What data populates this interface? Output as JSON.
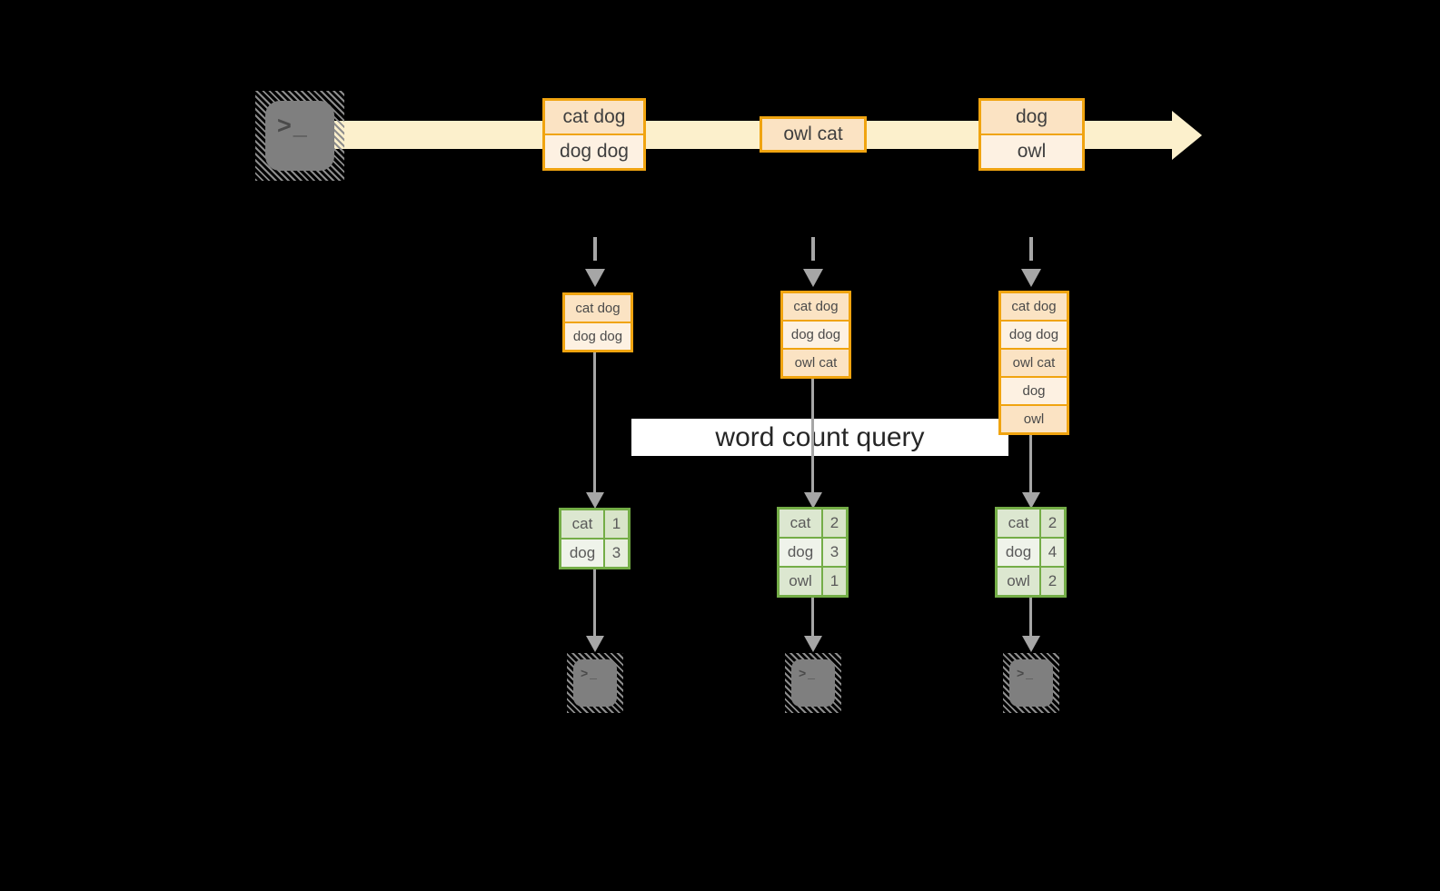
{
  "colors": {
    "background": "#000000",
    "stream_yellow": "#FCF0CC",
    "record_border_orange": "#F0A410",
    "record_fill_dark": "#FBE3C3",
    "record_fill_light": "#FDF1E2",
    "table_border_green": "#74AD47",
    "table_fill_dark": "#DCE7D0",
    "table_fill_light": "#EFF3EA",
    "arrow_gray": "#A6A6A6",
    "terminal_gray": "#7F7F7F",
    "query_band_bg": "#FFFFFF",
    "text_dark": "#3F3F3F"
  },
  "source": {
    "terminal_glyph": ">_"
  },
  "sinks": {
    "terminal_glyph": ">_"
  },
  "stream": {
    "records": [
      {
        "lines": [
          "cat dog",
          "dog dog"
        ]
      },
      {
        "lines": [
          "owl cat"
        ]
      },
      {
        "lines": [
          "dog",
          "owl"
        ]
      }
    ]
  },
  "query": {
    "label": "word count query"
  },
  "columns": [
    {
      "window": [
        "cat dog",
        "dog dog"
      ],
      "counts": [
        {
          "word": "cat",
          "count": 1
        },
        {
          "word": "dog",
          "count": 3
        }
      ]
    },
    {
      "window": [
        "cat dog",
        "dog dog",
        "owl cat"
      ],
      "counts": [
        {
          "word": "cat",
          "count": 2
        },
        {
          "word": "dog",
          "count": 3
        },
        {
          "word": "owl",
          "count": 1
        }
      ]
    },
    {
      "window": [
        "cat dog",
        "dog dog",
        "owl cat",
        "dog",
        "owl"
      ],
      "counts": [
        {
          "word": "cat",
          "count": 2
        },
        {
          "word": "dog",
          "count": 4
        },
        {
          "word": "owl",
          "count": 2
        }
      ]
    }
  ]
}
